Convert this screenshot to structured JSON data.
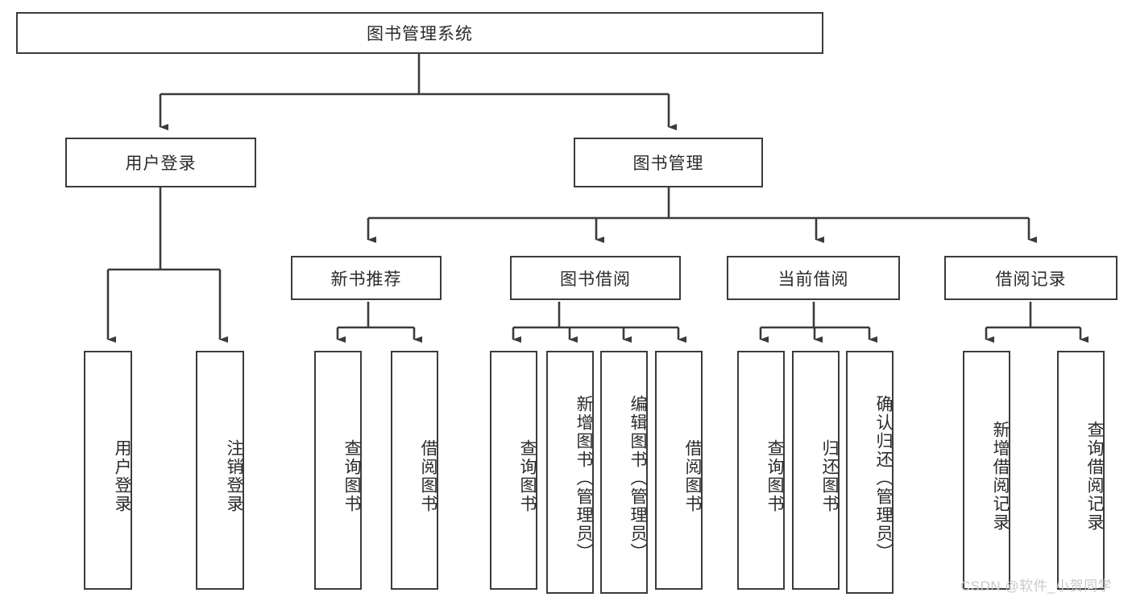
{
  "diagram": {
    "title": "图书管理系统",
    "type": "tree",
    "root": {
      "label": "图书管理系统"
    },
    "level1": [
      {
        "label": "用户登录"
      },
      {
        "label": "图书管理"
      }
    ],
    "level2": [
      {
        "label": "新书推荐"
      },
      {
        "label": "图书借阅"
      },
      {
        "label": "当前借阅"
      },
      {
        "label": "借阅记录"
      }
    ],
    "leaves": {
      "user_login": [
        {
          "label": "用户登录"
        },
        {
          "label": "注销登录"
        }
      ],
      "new_book_recommend": [
        {
          "label": "查询图书"
        },
        {
          "label": "借阅图书"
        }
      ],
      "book_borrow": [
        {
          "label": "查询图书"
        },
        {
          "label": "新增图书（管理员）"
        },
        {
          "label": "编辑图书（管理员）"
        },
        {
          "label": "借阅图书"
        }
      ],
      "current_borrow": [
        {
          "label": "查询图书"
        },
        {
          "label": "归还图书"
        },
        {
          "label": "确认归还（管理员）"
        }
      ],
      "borrow_record": [
        {
          "label": "新增借阅记录"
        },
        {
          "label": "查询借阅记录"
        }
      ]
    }
  },
  "watermark": {
    "text": "CSDN @软件_小贺同学"
  },
  "colors": {
    "border": "#3b3b3b",
    "text": "#2b2b2b",
    "background": "#ffffff",
    "watermark": "#c9c9c9"
  }
}
